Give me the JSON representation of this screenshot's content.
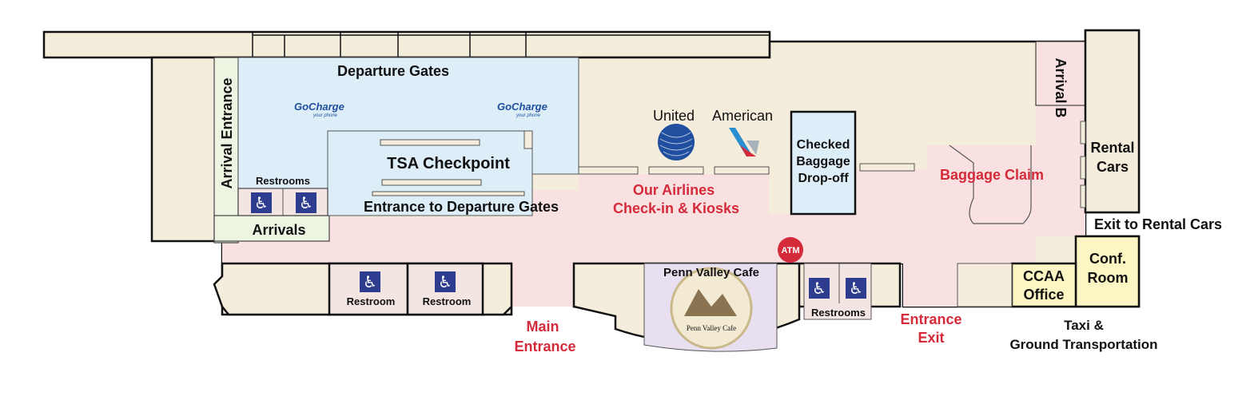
{
  "labels": {
    "departure_gates": "Departure Gates",
    "arrival_entrance": "Arrival Entrance",
    "arrival_b": "Arrival B",
    "tsa_checkpoint": "TSA Checkpoint",
    "entrance_departure": "Entrance to Departure Gates",
    "restrooms_upper": "Restrooms",
    "arrivals": "Arrivals",
    "restroom_1": "Restroom",
    "restroom_2": "Restroom",
    "restrooms_lower": "Restrooms",
    "main_entrance_1": "Main",
    "main_entrance_2": "Entrance",
    "penn_valley_cafe": "Penn Valley Cafe",
    "cafe_logo_text": "Penn Valley Cafe",
    "airlines_1": "Our Airlines",
    "airlines_2": "Check-in & Kiosks",
    "united": "United",
    "american": "American",
    "checked_1": "Checked",
    "checked_2": "Baggage",
    "checked_3": "Drop-off",
    "baggage_claim": "Baggage Claim",
    "rental_1": "Rental",
    "rental_2": "Cars",
    "exit_rental": "Exit to Rental Cars",
    "conf_1": "Conf.",
    "conf_2": "Room",
    "ccaa_1": "CCAA",
    "ccaa_2": "Office",
    "entrance_exit_1": "Entrance",
    "entrance_exit_2": "Exit",
    "taxi_1": "Taxi &",
    "taxi_2": "Ground Transportation",
    "atm": "ATM",
    "gocharge_1": "GoCharge",
    "gocharge_1_sub": "your phone",
    "gocharge_2": "GoCharge",
    "gocharge_2_sub": "your phone"
  },
  "colors": {
    "beige": "#f4eddc",
    "pink": "#f9e1e1",
    "light_blue": "#ddeef8",
    "light_green": "#eef4e2",
    "lavender": "#e8e0f0",
    "yellow": "#fbf6c3",
    "accent_red": "#d42a3a",
    "accessible_blue": "#2e3d8f"
  }
}
